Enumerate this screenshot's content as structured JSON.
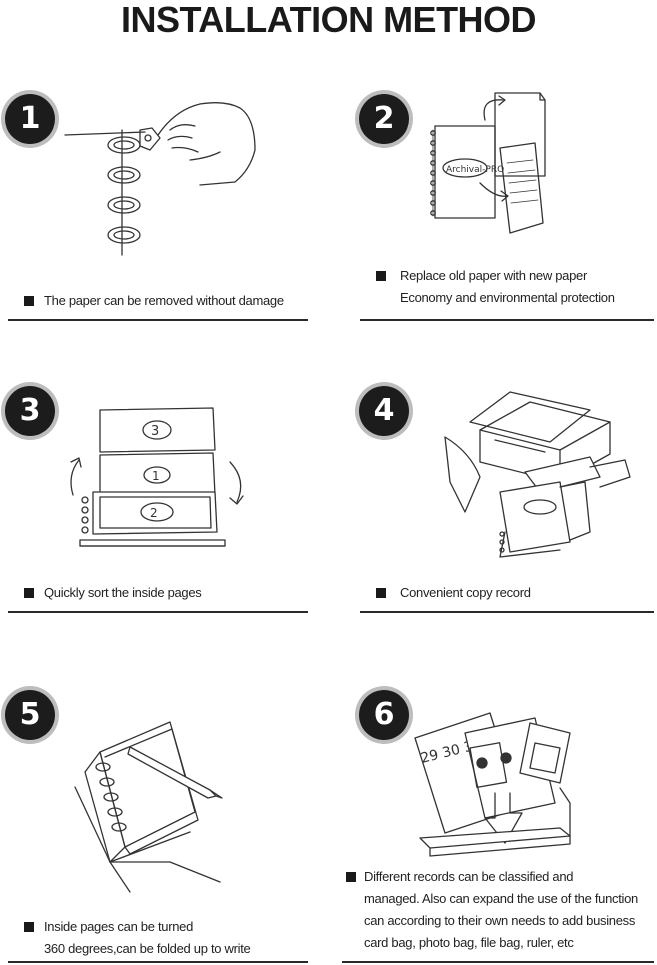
{
  "title": "INSTALLATION METHOD",
  "steps": [
    {
      "number": "1",
      "lines": [
        "The paper can be removed without damage"
      ]
    },
    {
      "number": "2",
      "lines": [
        "Replace old paper with new paper",
        "Economy and environmental protection"
      ]
    },
    {
      "number": "3",
      "lines": [
        "Quickly sort the inside pages"
      ]
    },
    {
      "number": "4",
      "lines": [
        "Convenient copy  record"
      ]
    },
    {
      "number": "5",
      "lines": [
        "Inside pages can be turned",
        "360 degrees,can be folded up to write"
      ]
    },
    {
      "number": "6",
      "lines": [
        "Different records can be classified and",
        "managed. Also can expand the use of the function",
        "can according to their own needs to add business",
        "card bag, photo bag, file bag, ruler, etc"
      ]
    }
  ],
  "illustration_text": {
    "notebook_label": "Archival-PRO",
    "page_numbers": [
      "3",
      "1",
      "2"
    ],
    "calendar_numbers": "29 30 31"
  }
}
